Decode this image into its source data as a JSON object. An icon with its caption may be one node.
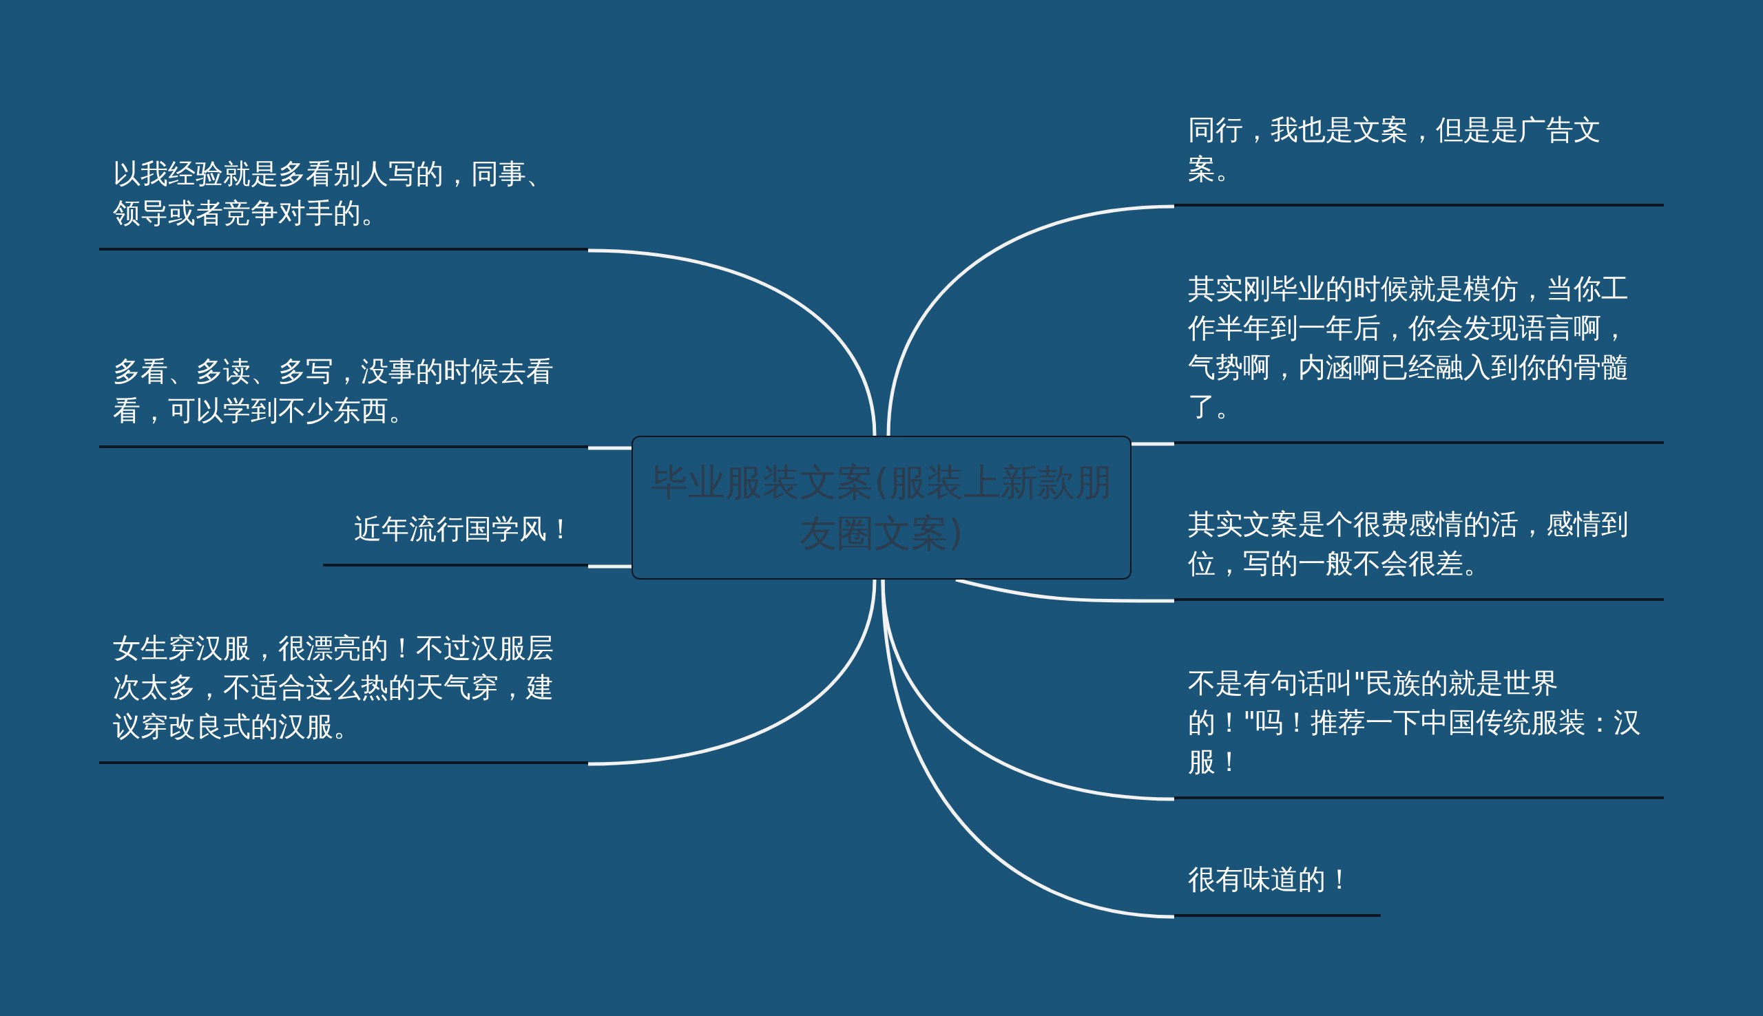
{
  "diagram": {
    "nodes": [
      {
        "text": [
          "毕业服装文案(服装上新款朋友圈文案)"
        ]
      },
      {
        "text": [
          "以我经验就是多看别人写的，同事、领导或者竞争对手的。"
        ]
      },
      {
        "text": [
          "多看、多读、多写，没事的时候去看看，可以学到不少东西。"
        ]
      },
      {
        "text": [
          "近年流行国学风！"
        ]
      },
      {
        "text": [
          "女生穿汉服，很漂亮的！不过汉服层次太多，不适合这么热的天气穿，建议穿改良式的汉服。"
        ]
      },
      {
        "text": [
          "同行，我也是文案，但是是广告文案。"
        ]
      },
      {
        "text": [
          "其实刚毕业的时候就是模仿，当你工作半年到一年后，你会发现语言啊，气势啊，内涵啊已经融入到你的骨髓了。"
        ]
      },
      {
        "text": [
          "其实文案是个很费感情的活，感情到位，写的一般不会很差。"
        ]
      },
      {
        "text": [
          "不是有句话叫\"民族的就是世界的！\"吗！推荐一下中国传统服装：汉服！"
        ]
      },
      {
        "text": [
          "很有味道的！"
        ]
      }
    ],
    "edges": [
      {
        "from": 0,
        "to": 1,
        "arrow": "none"
      },
      {
        "from": 0,
        "to": 2,
        "arrow": "none"
      },
      {
        "from": 0,
        "to": 3,
        "arrow": "none"
      },
      {
        "from": 0,
        "to": 4,
        "arrow": "none"
      },
      {
        "from": 0,
        "to": 5,
        "arrow": "none"
      },
      {
        "from": 0,
        "to": 6,
        "arrow": "none"
      },
      {
        "from": 0,
        "to": 7,
        "arrow": "none"
      },
      {
        "from": 0,
        "to": 8,
        "arrow": "none"
      },
      {
        "from": 0,
        "to": 9,
        "arrow": "none"
      }
    ]
  }
}
